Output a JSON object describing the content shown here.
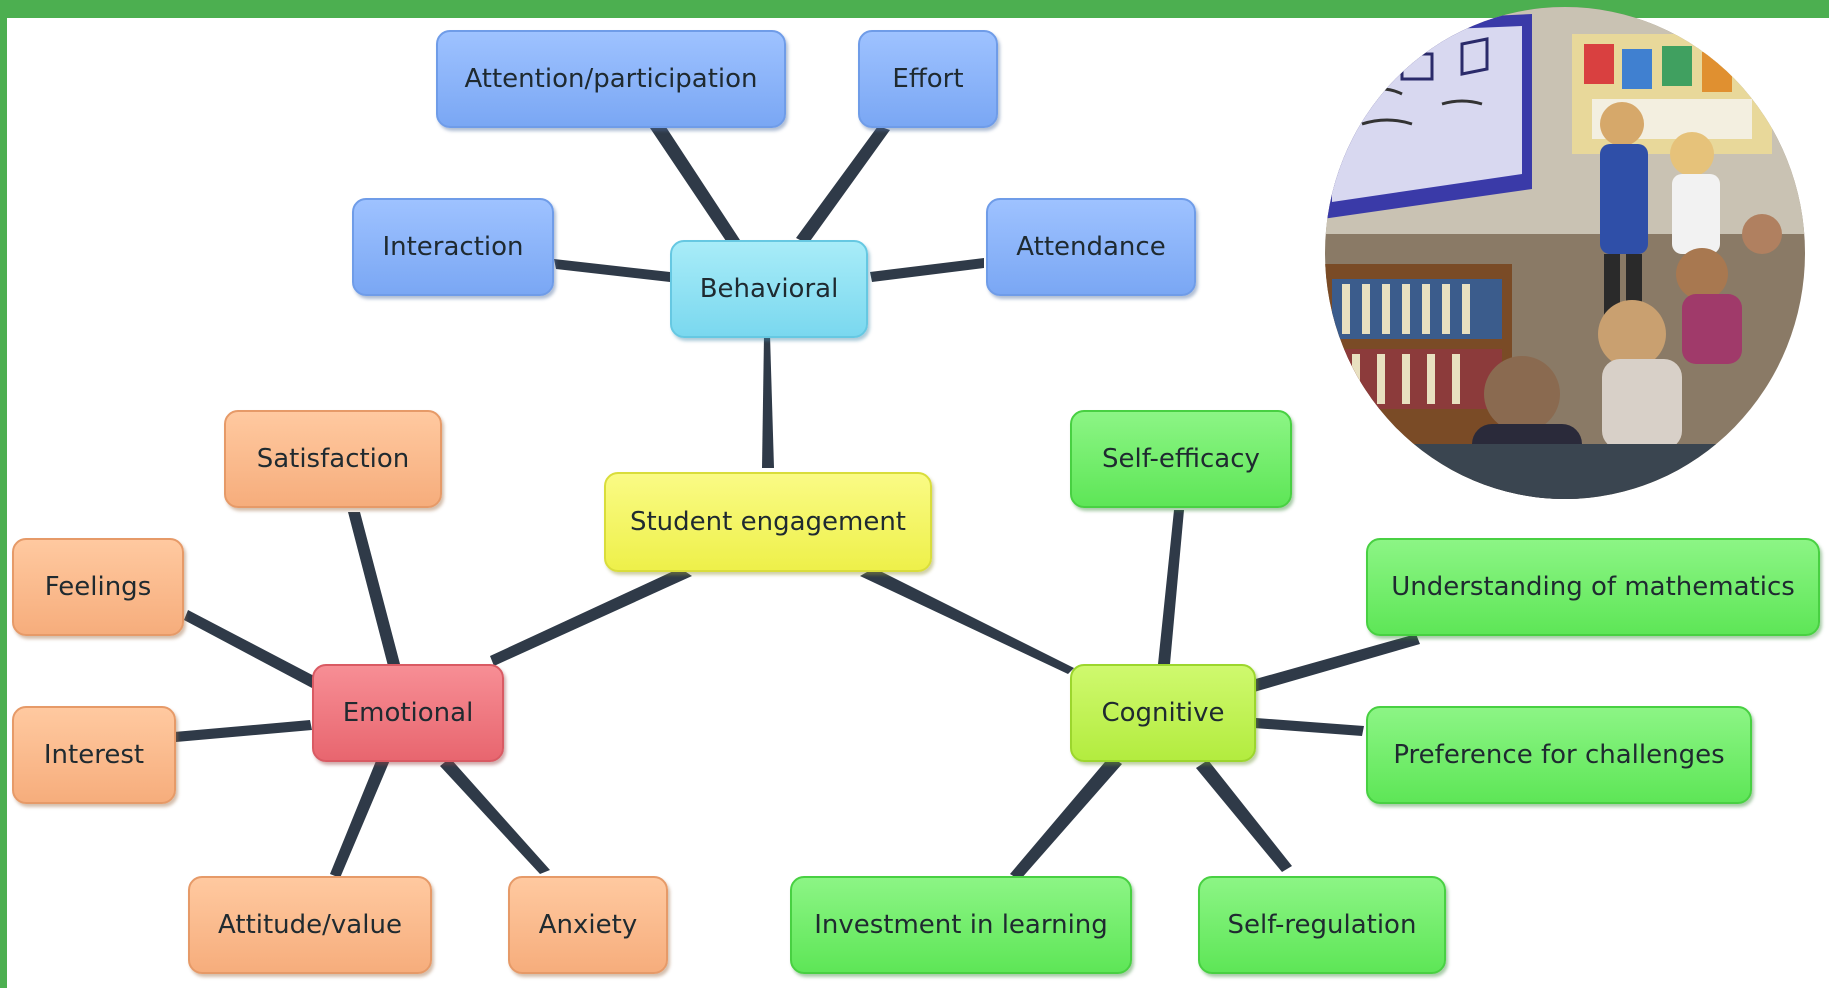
{
  "diagram": {
    "center": "Student engagement",
    "categories": [
      {
        "label": "Behavioral",
        "items": [
          "Attention/participation",
          "Effort",
          "Interaction",
          "Attendance"
        ]
      },
      {
        "label": "Emotional",
        "items": [
          "Satisfaction",
          "Feelings",
          "Interest",
          "Attitude/value",
          "Anxiety"
        ]
      },
      {
        "label": "Cognitive",
        "items": [
          "Self-efficacy",
          "Understanding of mathematics",
          "Preference for challenges",
          "Investment in learning",
          "Self-regulation"
        ]
      }
    ]
  },
  "colors": {
    "frame": "#4caf50",
    "connector": "#2f3a48",
    "behavioral_items": "#7aa7f4",
    "behavioral": "#7ad8ef",
    "center": "#eef04a",
    "emotional": "#e8666f",
    "emotional_items": "#f6ad7c",
    "cognitive": "#b3ec3f",
    "cognitive_items": "#5ee657"
  },
  "photo": {
    "type": "classroom-photo"
  }
}
